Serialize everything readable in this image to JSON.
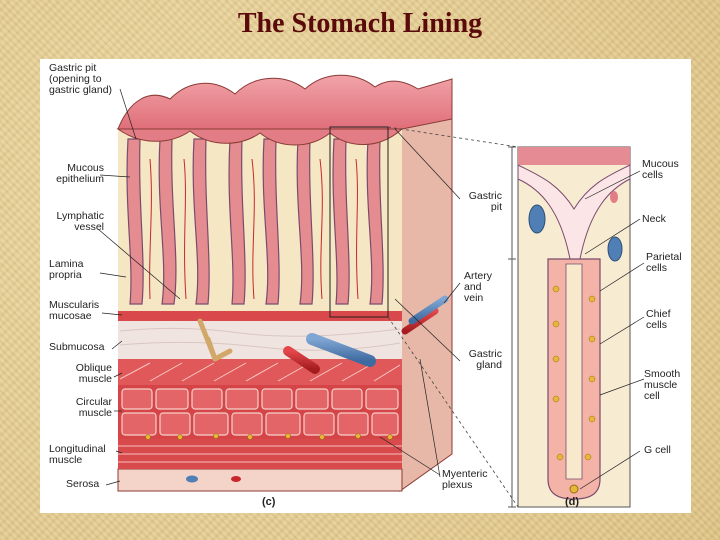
{
  "title": "The Stomach Lining",
  "left_labels": {
    "gastric_pit": "Gastric pit\n(opening to\ngastric gland)",
    "mucous_epithelium": "Mucous\nepithelium",
    "lymphatic_vessel": "Lymphatic\nvessel",
    "lamina_propria": "Lamina\npropria",
    "muscularis_mucosae": "Muscularis\nmucosae",
    "submucosa": "Submucosa",
    "oblique_muscle": "Oblique\nmuscle",
    "circular_muscle": "Circular\nmuscle",
    "longitudinal_muscle": "Longitudinal\nmuscle",
    "serosa": "Serosa"
  },
  "middle_labels": {
    "gastric_pit": "Gastric\npit",
    "artery_and_vein": "Artery\nand\nvein",
    "gastric_gland": "Gastric\ngland",
    "myenteric_plexus": "Myenteric\nplexus"
  },
  "right_labels": {
    "mucous_cells": "Mucous\ncells",
    "neck": "Neck",
    "parietal_cells": "Parietal\ncells",
    "chief_cells": "Chief\ncells",
    "smooth_muscle_cell": "Smooth\nmuscle\ncell",
    "g_cell": "G cell"
  },
  "panel_labels": {
    "c": "(c)",
    "d": "(d)"
  },
  "colors": {
    "title": "#5a0a0a",
    "mucosa_pink": "#e8808a",
    "lamina": "#f6e7c4",
    "muscle_red": "#d9484a",
    "artery": "#c8262a",
    "vein": "#4f7fb5",
    "nerve": "#e8b63a"
  }
}
